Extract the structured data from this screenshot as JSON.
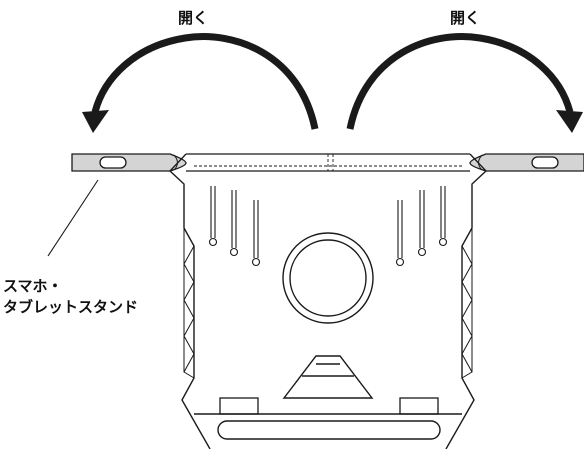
{
  "labels": {
    "open_left": "開く",
    "open_right": "開く",
    "callout_line1": "スマホ・",
    "callout_line2": "タブレットスタンド"
  },
  "colors": {
    "stroke": "#1a1a1a",
    "arm_fill": "#d4d4d4",
    "background": "#ffffff"
  },
  "icons": {
    "rotate_left": "curved-arrow-left-icon",
    "rotate_right": "curved-arrow-right-icon"
  }
}
